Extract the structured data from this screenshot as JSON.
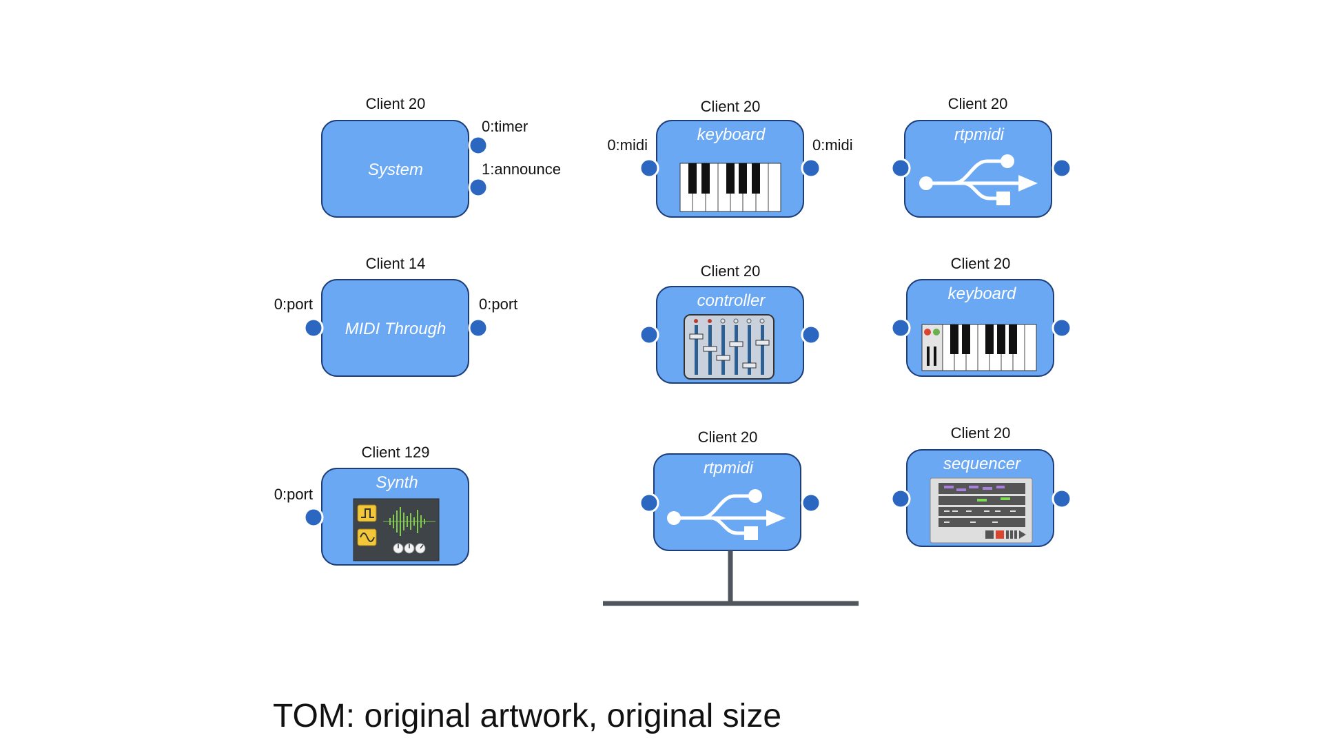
{
  "nodes": [
    {
      "id": "system",
      "client": "Client 20",
      "title": "System",
      "ports_in": [],
      "ports_out": [
        "0:timer",
        "1:announce"
      ]
    },
    {
      "id": "midi-through",
      "client": "Client 14",
      "title": "MIDI Through",
      "ports_in": [
        "0:port"
      ],
      "ports_out": [
        "0:port"
      ]
    },
    {
      "id": "synth",
      "client": "Client 129",
      "title": "Synth",
      "ports_in": [
        "0:port"
      ],
      "ports_out": []
    },
    {
      "id": "keyboard-midi",
      "client": "Client 20",
      "title": "keyboard",
      "ports_in": [
        "0:midi"
      ],
      "ports_out": [
        "0:midi"
      ]
    },
    {
      "id": "controller",
      "client": "Client 20",
      "title": "controller",
      "ports_in": [
        ""
      ],
      "ports_out": [
        ""
      ]
    },
    {
      "id": "rtpmidi-network",
      "client": "Client 20",
      "title": "rtpmidi",
      "ports_in": [
        ""
      ],
      "ports_out": [
        ""
      ]
    },
    {
      "id": "rtpmidi",
      "client": "Client 20",
      "title": "rtpmidi",
      "ports_in": [
        ""
      ],
      "ports_out": [
        ""
      ]
    },
    {
      "id": "keyboard",
      "client": "Client 20",
      "title": "keyboard",
      "ports_in": [
        ""
      ],
      "ports_out": [
        ""
      ]
    },
    {
      "id": "sequencer",
      "client": "Client 20",
      "title": "sequencer",
      "ports_in": [
        ""
      ],
      "ports_out": [
        ""
      ]
    }
  ],
  "caption": "TOM: original artwork, original size",
  "colors": {
    "node_fill": "#6aa8f3",
    "node_border": "#1d3d78",
    "port": "#2b66c0",
    "network_line": "#50565d"
  },
  "icons": {
    "system": "none",
    "midi-through": "none",
    "synth": "synth-panel-icon",
    "keyboard-midi": "piano-keys-icon",
    "controller": "mixer-faders-icon",
    "rtpmidi-network": "usb-icon",
    "rtpmidi": "usb-icon",
    "keyboard": "keyboard-controller-icon",
    "sequencer": "sequencer-window-icon"
  }
}
